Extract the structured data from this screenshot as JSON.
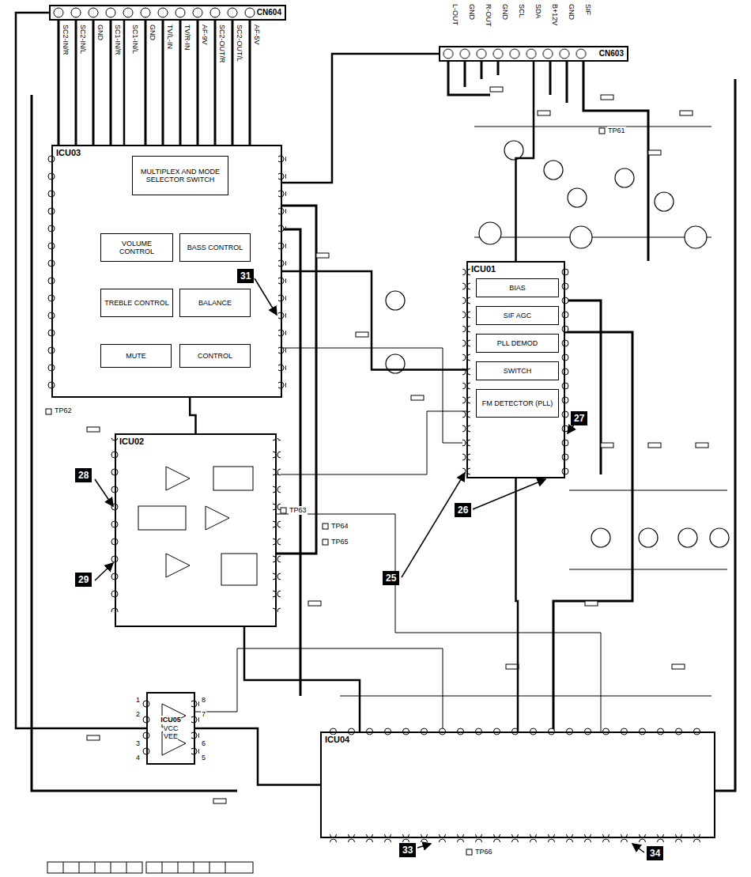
{
  "diagram": {
    "nodes": [
      {
        "text": [
          "CN604"
        ]
      },
      {
        "text": [
          "CN603"
        ]
      },
      {
        "text": [
          "ICU03"
        ]
      },
      {
        "text": [
          "MULTIPLEX AND MODE SELECTOR SWITCH"
        ],
        "in": 2
      },
      {
        "text": [
          "VOLUME CONTROL"
        ],
        "in": 2
      },
      {
        "text": [
          "BASS CONTROL"
        ],
        "in": 2
      },
      {
        "text": [
          "TREBLE CONTROL"
        ],
        "in": 2
      },
      {
        "text": [
          "BALANCE"
        ],
        "in": 2
      },
      {
        "text": [
          "MUTE"
        ],
        "in": 2
      },
      {
        "text": [
          "CONTROL"
        ],
        "in": 2
      },
      {
        "text": [
          "ICU01"
        ]
      },
      {
        "text": [
          "BIAS"
        ],
        "in": 10
      },
      {
        "text": [
          "SIF AGC"
        ],
        "in": 10
      },
      {
        "text": [
          "PLL DEMOD"
        ],
        "in": 10
      },
      {
        "text": [
          "SWITCH"
        ],
        "in": 10
      },
      {
        "text": [
          "FM DETECTOR (PLL)"
        ],
        "in": 10
      },
      {
        "text": [
          "ICU02"
        ]
      },
      {
        "text": [
          "ICU04"
        ]
      },
      {
        "text": [
          "ICU05",
          "VCC",
          "VEE"
        ]
      }
    ],
    "edges": [
      {
        "from": 0,
        "to": 2,
        "arrow": "none"
      },
      {
        "from": 2,
        "to": 16,
        "arrow": "none"
      },
      {
        "from": 16,
        "to": 17,
        "arrow": "none"
      },
      {
        "from": 1,
        "to": 10,
        "arrow": "none"
      },
      {
        "from": 10,
        "to": 17,
        "arrow": "none"
      },
      {
        "from": 18,
        "to": 17,
        "arrow": "none"
      },
      {
        "from": 2,
        "to": 10,
        "arrow": "none"
      },
      {
        "from": 0,
        "to": 18,
        "arrow": "none"
      },
      {
        "from": 1,
        "to": 2,
        "arrow": "none"
      }
    ],
    "labels": [
      "SC2-IN/R",
      "SC2-IN/L",
      "GND",
      "SC1-IN/R",
      "SC1-IN/L",
      "GND",
      "TV/L-IN",
      "TV/R-IN",
      "AF-9V",
      "SC2-OUT/R",
      "SC2-OUT/L",
      "AF-5V",
      "L-OUT",
      "GND",
      "R-OUT",
      "GND",
      "SCL",
      "SDA",
      "B+12V",
      "GND",
      "SIF",
      "31",
      "27",
      "26",
      "25",
      "28",
      "29",
      "33",
      "34",
      "TP61",
      "TP62",
      "TP63",
      "TP64",
      "TP65",
      "TP66",
      "1",
      "2",
      "3",
      "4",
      "8",
      "7",
      "6",
      "5"
    ]
  }
}
